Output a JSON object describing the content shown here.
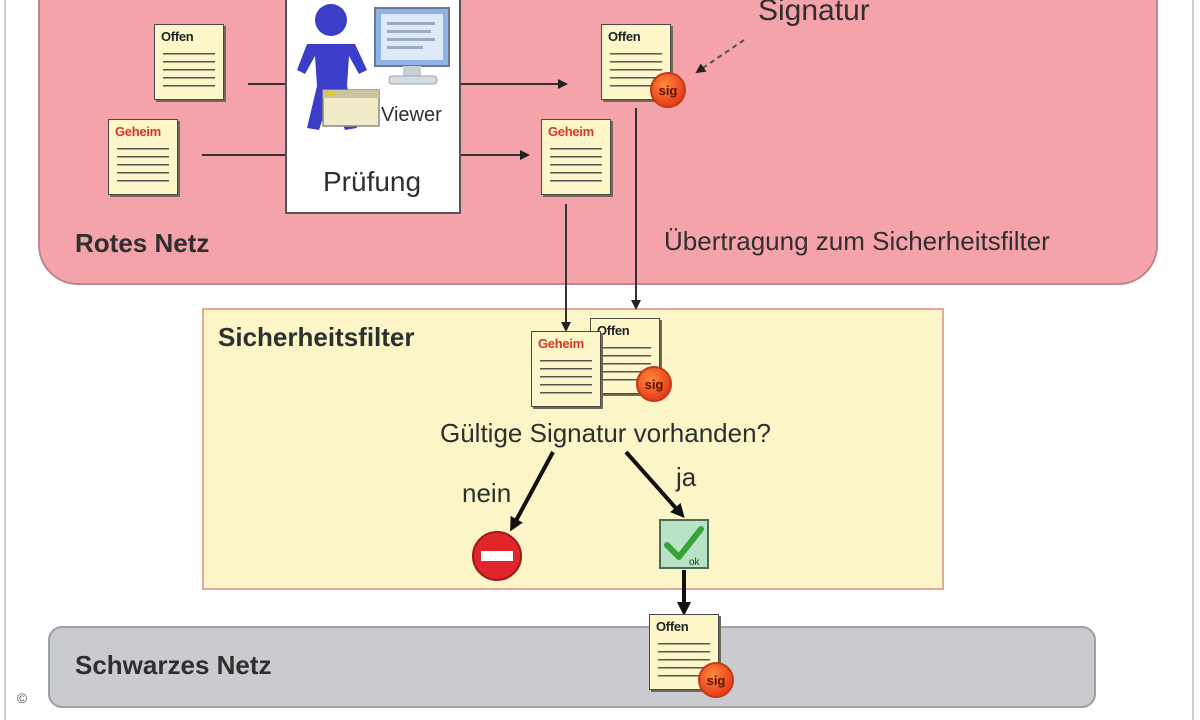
{
  "zones": {
    "red": {
      "label": "Rotes Netz",
      "transfer_label": "Übertragung zum Sicherheitsfilter"
    },
    "filter": {
      "label": "Sicherheitsfilter",
      "question": "Gültige Signatur vorhanden?",
      "no_label": "nein",
      "yes_label": "ja"
    },
    "black": {
      "label": "Schwarzes Netz"
    }
  },
  "pruefung": {
    "label": "Prüfung",
    "viewer_label": "Viewer"
  },
  "signature_label": "Signatur",
  "documents": {
    "offen_label": "Offen",
    "geheim_label": "Geheim",
    "sig_label": "sig"
  },
  "copyright_symbol": "©",
  "colors": {
    "red_zone": "#f4a3aa",
    "filter_zone": "#fbf5c8",
    "black_zone": "#c9cbcf",
    "geheim_text": "#d6362b",
    "sig_badge": "#e8401c",
    "stop_sign": "#e0252b",
    "ok_check": "#3aa335"
  }
}
